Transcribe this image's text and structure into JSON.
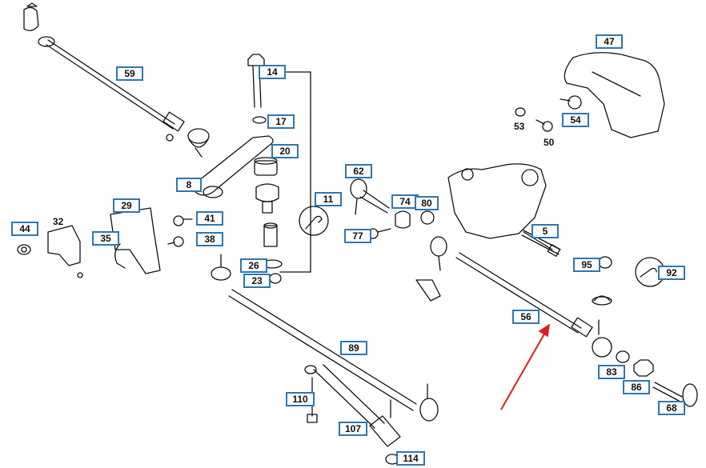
{
  "diagram": {
    "callouts": [
      {
        "id": "59",
        "label": "59"
      },
      {
        "id": "14",
        "label": "14"
      },
      {
        "id": "17",
        "label": "17"
      },
      {
        "id": "20",
        "label": "20"
      },
      {
        "id": "8",
        "label": "8"
      },
      {
        "id": "11",
        "label": "11"
      },
      {
        "id": "29",
        "label": "29"
      },
      {
        "id": "44",
        "label": "44"
      },
      {
        "id": "35",
        "label": "35"
      },
      {
        "id": "41",
        "label": "41"
      },
      {
        "id": "38",
        "label": "38"
      },
      {
        "id": "26",
        "label": "26"
      },
      {
        "id": "23",
        "label": "23"
      },
      {
        "id": "62",
        "label": "62"
      },
      {
        "id": "74",
        "label": "74"
      },
      {
        "id": "80",
        "label": "80"
      },
      {
        "id": "77",
        "label": "77"
      },
      {
        "id": "47",
        "label": "47"
      },
      {
        "id": "54",
        "label": "54"
      },
      {
        "id": "5",
        "label": "5"
      },
      {
        "id": "95",
        "label": "95"
      },
      {
        "id": "92",
        "label": "92"
      },
      {
        "id": "56",
        "label": "56"
      },
      {
        "id": "89",
        "label": "89"
      },
      {
        "id": "83",
        "label": "83"
      },
      {
        "id": "86",
        "label": "86"
      },
      {
        "id": "68",
        "label": "68"
      },
      {
        "id": "110",
        "label": "110"
      },
      {
        "id": "107",
        "label": "107"
      },
      {
        "id": "114",
        "label": "114"
      }
    ],
    "plain_labels": [
      {
        "id": "32",
        "label": "32"
      },
      {
        "id": "53",
        "label": "53"
      },
      {
        "id": "50",
        "label": "50"
      }
    ],
    "colors": {
      "callout_border": "#2d78b0",
      "line": "#111111",
      "arrow": "#e01b1b"
    }
  }
}
